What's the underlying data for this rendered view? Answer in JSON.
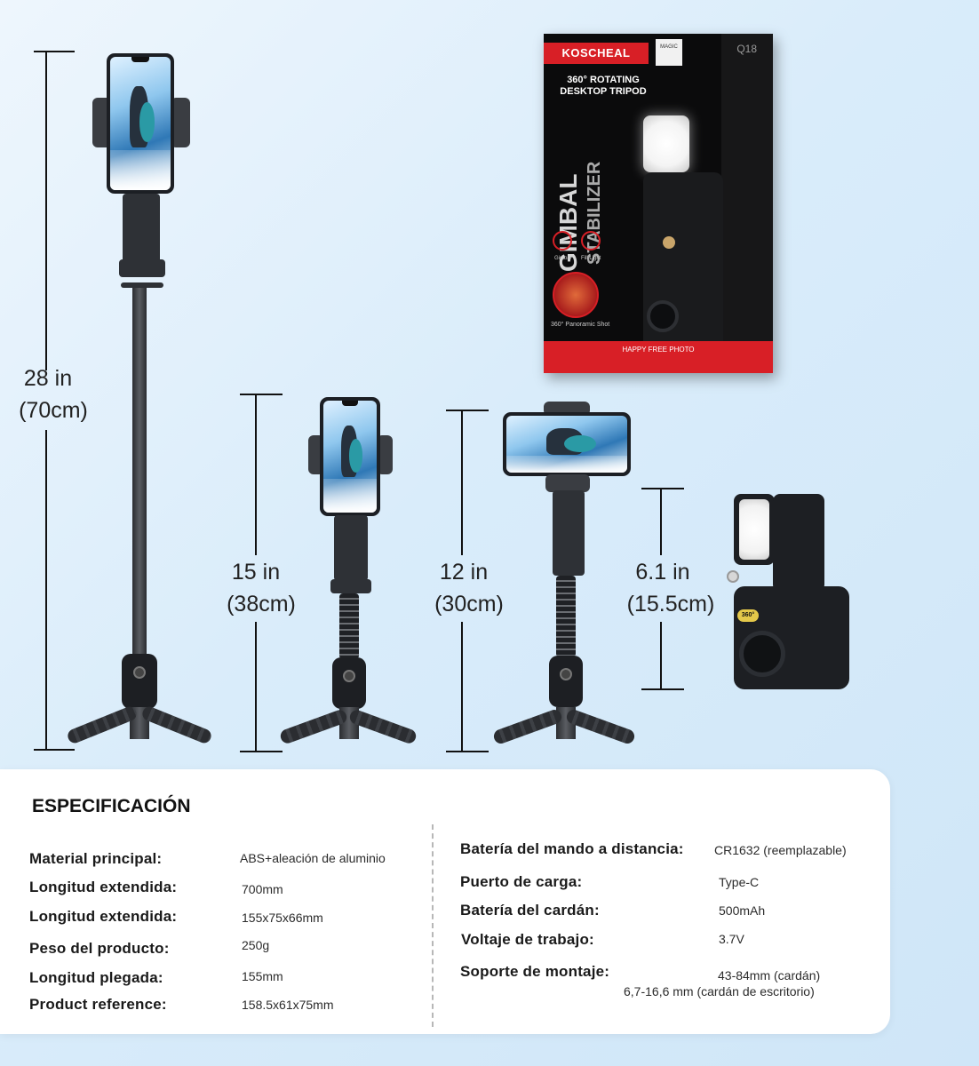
{
  "dimensions": {
    "tall": {
      "value": "28 in",
      "metric": "(70cm)"
    },
    "mid": {
      "value": "15 in",
      "metric": "(38cm)"
    },
    "short": {
      "value": "12 in",
      "metric": "(30cm)"
    },
    "desk": {
      "value": "6.1 in",
      "metric": "(15.5cm)"
    }
  },
  "box": {
    "brand": "KOSCHEAL",
    "magic": "MAGIC",
    "model": "Q18",
    "headline_1": "360° ROTATING",
    "headline_2": "DESKTOP TRIPOD",
    "vertical_1": "GIMBAL",
    "vertical_2": "STABILIZER",
    "icon_1": "Gimbal",
    "icon_2": "Fill Light",
    "pano": "360° Panoramic Shot",
    "footer": "HAPPY FREE PHOTO"
  },
  "spec": {
    "title": "ESPECIFICACIÓN",
    "left": [
      {
        "label": "Material principal:",
        "value": "ABS+aleación de aluminio"
      },
      {
        "label": "Longitud extendida:",
        "value": "700mm"
      },
      {
        "label": "Longitud extendida:",
        "value": "155x75x66mm"
      },
      {
        "label": "Peso del producto:",
        "value": "250g"
      },
      {
        "label": "Longitud plegada:",
        "value": "155mm"
      },
      {
        "label": "Product reference:",
        "value": "158.5x61x75mm"
      }
    ],
    "right": [
      {
        "label": "Batería del mando a distancia:",
        "value": "CR1632 (reemplazable)"
      },
      {
        "label": "Puerto de carga:",
        "value": "Type-C"
      },
      {
        "label": "Batería del cardán:",
        "value": "500mAh"
      },
      {
        "label": "Voltaje de trabajo:",
        "value": "3.7V"
      },
      {
        "label": "Soporte de montaje:",
        "value": "43-84mm (cardán)",
        "value_2": "6,7-16,6 mm (cardán de escritorio)"
      }
    ]
  }
}
